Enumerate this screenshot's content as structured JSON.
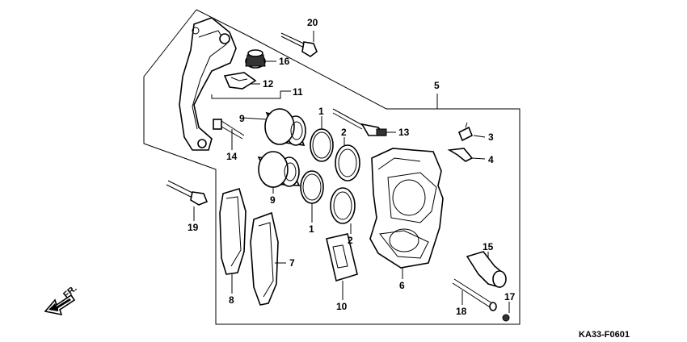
{
  "diagram": {
    "part_labels": [
      "20",
      "16",
      "12",
      "11",
      "5",
      "9",
      "1",
      "2",
      "13",
      "14",
      "3",
      "4",
      "9",
      "1",
      "2",
      "19",
      "15",
      "7",
      "6",
      "8",
      "10",
      "17",
      "18"
    ],
    "direction_label": "FR.",
    "figure_code": "KA33-F0601"
  }
}
